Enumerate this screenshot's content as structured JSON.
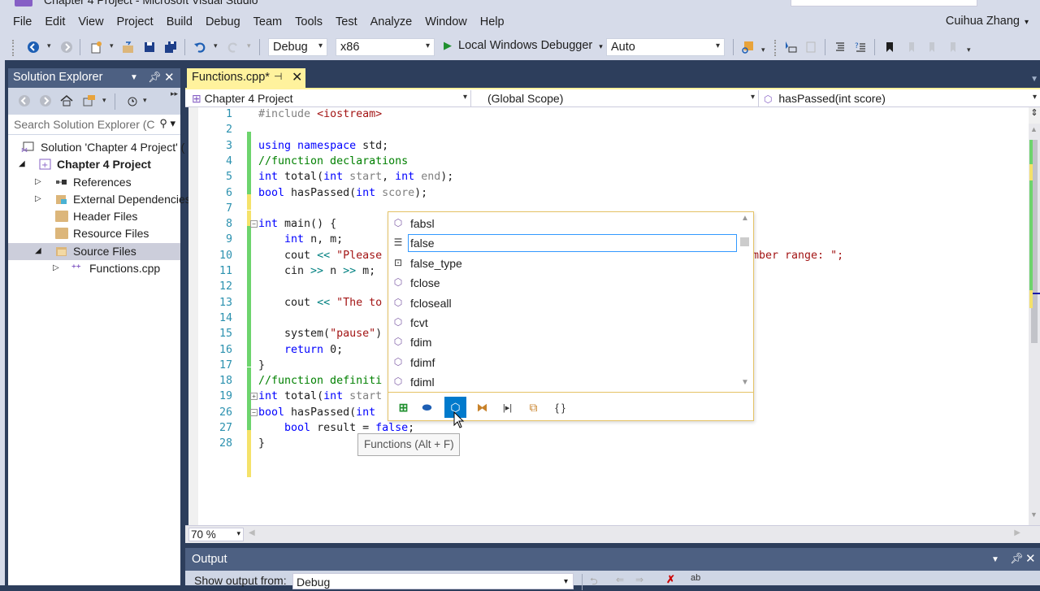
{
  "window": {
    "title": "Chapter 4 Project - Microsoft Visual Studio",
    "user": "Cuihua Zhang"
  },
  "menu": [
    "File",
    "Edit",
    "View",
    "Project",
    "Build",
    "Debug",
    "Team",
    "Tools",
    "Test",
    "Analyze",
    "Window",
    "Help"
  ],
  "toolbar": {
    "config": "Debug",
    "platform": "x86",
    "run_label": "Local Windows Debugger",
    "run_mode": "Auto"
  },
  "solution_explorer": {
    "title": "Solution Explorer",
    "search_placeholder": "Search Solution Explorer (C",
    "items": [
      {
        "label": "Solution 'Chapter 4 Project' (",
        "icon": "solution-icon",
        "depth": 0
      },
      {
        "label": "Chapter 4 Project",
        "icon": "project-icon",
        "depth": 1,
        "bold": true,
        "expanded": true
      },
      {
        "label": "References",
        "icon": "references-icon",
        "depth": 2,
        "expandable": true
      },
      {
        "label": "External Dependencies",
        "icon": "external-deps-icon",
        "depth": 2,
        "expandable": true
      },
      {
        "label": "Header Files",
        "icon": "folder-icon",
        "depth": 2
      },
      {
        "label": "Resource Files",
        "icon": "folder-icon",
        "depth": 2
      },
      {
        "label": "Source Files",
        "icon": "folder-open-icon",
        "depth": 2,
        "expanded": true,
        "selected": true
      },
      {
        "label": "Functions.cpp",
        "icon": "cpp-file-icon",
        "depth": 3,
        "expandable": true
      }
    ]
  },
  "editor": {
    "tab_label": "Functions.cpp*",
    "nav_project": "Chapter 4 Project",
    "nav_scope": "(Global Scope)",
    "nav_member": "hasPassed(int score)",
    "zoom": "70 %",
    "lines": [
      {
        "n": "1"
      },
      {
        "n": "2"
      },
      {
        "n": "3"
      },
      {
        "n": "4"
      },
      {
        "n": "5"
      },
      {
        "n": "6"
      },
      {
        "n": "7"
      },
      {
        "n": "8"
      },
      {
        "n": "9"
      },
      {
        "n": "10"
      },
      {
        "n": "11"
      },
      {
        "n": "12"
      },
      {
        "n": "13"
      },
      {
        "n": "14"
      },
      {
        "n": "15"
      },
      {
        "n": "16"
      },
      {
        "n": "17"
      },
      {
        "n": "18"
      },
      {
        "n": "19"
      },
      {
        "n": "26"
      },
      {
        "n": "27"
      },
      {
        "n": "28"
      }
    ],
    "code_line_10_tail": "mber range: \";"
  },
  "intellisense": {
    "items": [
      {
        "label": "fabsl",
        "icon": "function-icon"
      },
      {
        "label": "false",
        "icon": "keyword-icon",
        "selected": true
      },
      {
        "label": "false_type",
        "icon": "typedef-icon"
      },
      {
        "label": "fclose",
        "icon": "function-icon"
      },
      {
        "label": "fcloseall",
        "icon": "function-icon"
      },
      {
        "label": "fcvt",
        "icon": "function-icon"
      },
      {
        "label": "fdim",
        "icon": "function-icon"
      },
      {
        "label": "fdimf",
        "icon": "function-icon"
      },
      {
        "label": "fdiml",
        "icon": "function-icon"
      }
    ],
    "filters": [
      "macros-filter",
      "variables-filter",
      "functions-filter",
      "classes-filter",
      "keywords-filter",
      "namespaces-filter",
      "snippets-filter"
    ],
    "tooltip": "Functions (Alt + F)"
  },
  "output": {
    "title": "Output",
    "show_from_label": "Show output from:",
    "source": "Debug"
  }
}
